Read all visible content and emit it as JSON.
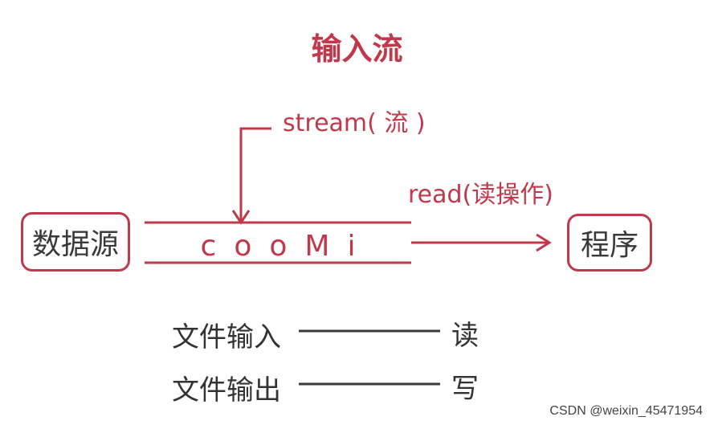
{
  "title": "输入流",
  "stream_label": "stream( 流 )",
  "read_label": "read(读操作)",
  "source_node": "数据源",
  "target_node": "程序",
  "stream_content": "cooMi",
  "rules": [
    {
      "label": "文件输入",
      "result": "读"
    },
    {
      "label": "文件输出",
      "result": "写"
    }
  ],
  "watermark": "CSDN @weixin_45471954",
  "colors": {
    "accent": "#c0394b",
    "text": "#333333",
    "line": "#3a3a3a"
  }
}
